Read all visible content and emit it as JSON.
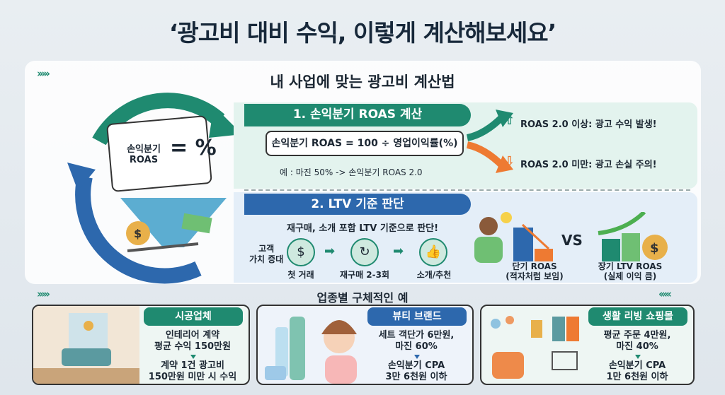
{
  "title": "‘광고비 대비 수익, 이렇게 계산해보세요’",
  "subtitle": "내 사업에 맞는 광고비 계산법",
  "left_graphic": {
    "label": "손익분기 ROAS",
    "symbol": "= %"
  },
  "section1": {
    "header": "1. 손익분기 ROAS 계산",
    "formula": "손익분기 ROAS = 100 ÷ 영업이익률(%)",
    "example": "예 : 마진 50% -> 손익분기 ROAS 2.0",
    "above": "ROAS 2.0 이상: 광고 수익 발생!",
    "below": "ROAS 2.0 미만: 광고 손실 주의!",
    "colors": {
      "up": "#1f8a70",
      "down": "#ee7a32"
    }
  },
  "section2": {
    "header": "2. LTV 기준 판단",
    "lead": "재구매, 소개 포함 LTV 기준으로 판단!",
    "value_label": "고객\n가치 증대",
    "steps": [
      "첫 거래",
      "재구매 2-3회",
      "소개/추천"
    ],
    "short": "단기 ROAS",
    "short_note": "(적자처럼 보임)",
    "vs": "VS",
    "long": "장기 LTV ROAS",
    "long_note": "(실제 이익 큼)"
  },
  "examples": {
    "title": "업종별 구체적인 예",
    "cards": [
      {
        "tag": "시공업체",
        "line1": "인테리어 계약",
        "line2": "평균 수익 150만원",
        "line3": "계약 1건 광고비",
        "line4": "150만원 미만 시 수익",
        "color": "#1f8a70"
      },
      {
        "tag": "뷰티 브랜드",
        "line1": "세트 객단가 6만원,",
        "line2": "마진 60%",
        "line3": "손익분기 CPA",
        "line4": "3만 6천원 이하",
        "color": "#2d68ad"
      },
      {
        "tag": "생활 리빙 쇼핑몰",
        "line1": "평균 주문 4만원,",
        "line2": "마진 40%",
        "line3": "손익분기 CPA",
        "line4": "1만 6천원 이하",
        "color": "#1f8a70"
      }
    ]
  }
}
